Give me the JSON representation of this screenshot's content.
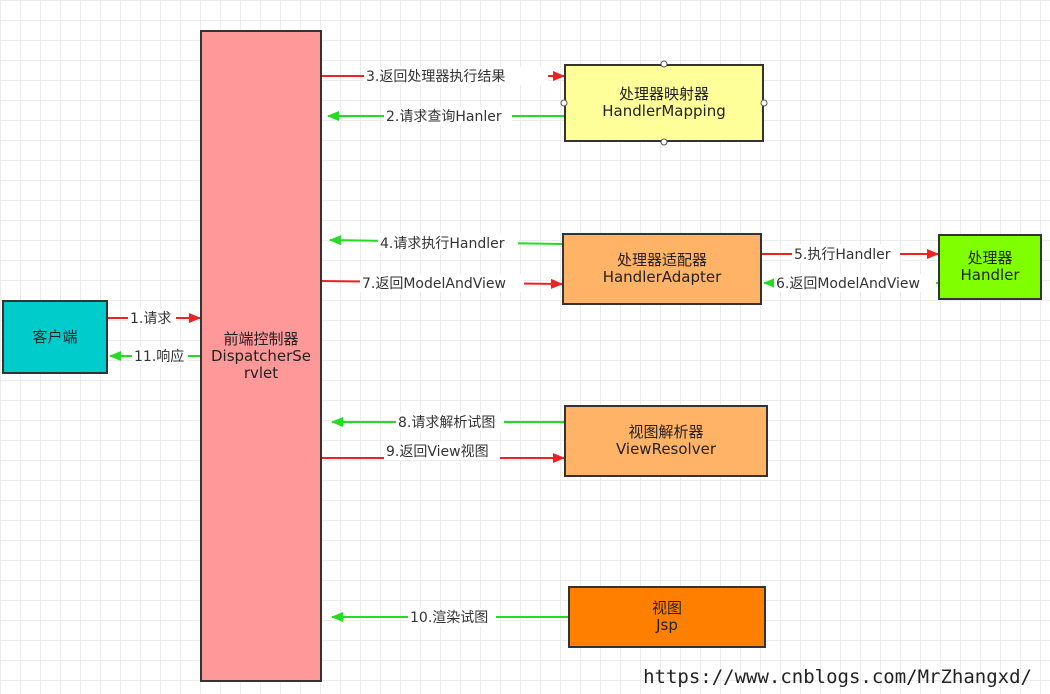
{
  "nodes": {
    "client": {
      "label": "客户端",
      "color": "#00cccc"
    },
    "dispatcher": {
      "label_cn": "前端控制器",
      "label_en1": "DispatcherSe",
      "label_en2": "rvlet",
      "color": "#ff9999"
    },
    "mapping": {
      "label_cn": "处理器映射器",
      "label_en": "HandlerMapping",
      "color": "#ffff99"
    },
    "adapter": {
      "label_cn": "处理器适配器",
      "label_en": "HandlerAdapter",
      "color": "#ffb366"
    },
    "handler": {
      "label_cn": "处理器",
      "label_en": "Handler",
      "color": "#80ff00"
    },
    "resolver": {
      "label_cn": "视图解析器",
      "label_en": "ViewResolver",
      "color": "#ffb366"
    },
    "view": {
      "label_cn": "视图",
      "label_en": "Jsp",
      "color": "#ff8000"
    }
  },
  "edges": {
    "e1": "1.请求",
    "e2": "2.请求查询Hanler",
    "e3": "3.返回处理器执行结果",
    "e4": "4.请求执行Handler",
    "e5": "5.执行Handler",
    "e6": "6.返回ModelAndView",
    "e7": "7.返回ModelAndView",
    "e8": "8.请求解析试图",
    "e9": "9.返回View视图",
    "e10": "10.渲染试图",
    "e11": "11.响应"
  },
  "colors": {
    "request_arrow": "#ee2222",
    "response_arrow": "#22dd22"
  },
  "watermark": "https://www.cnblogs.com/MrZhangxd/"
}
